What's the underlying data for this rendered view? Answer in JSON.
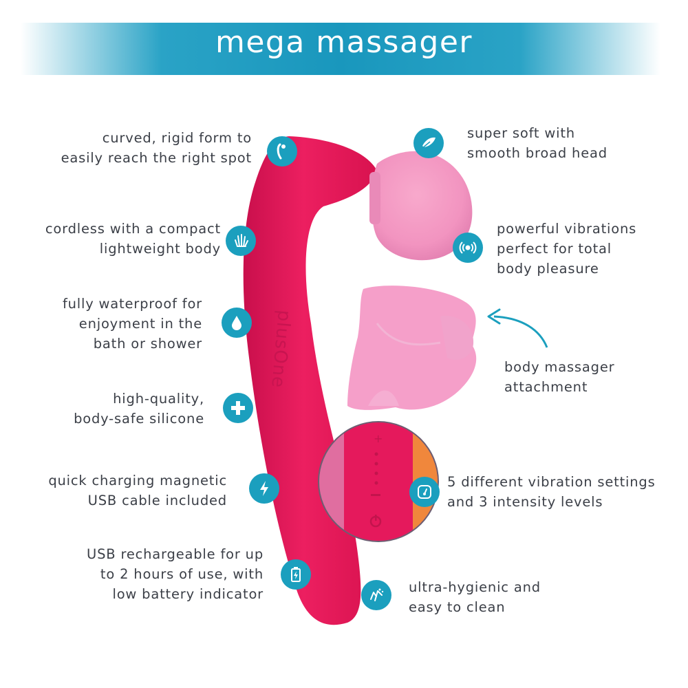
{
  "title": "mega massager",
  "colors": {
    "banner": "#1997bd",
    "icon_bg": "#1b9fbe",
    "body_pink": "#e8195c",
    "attachment_pink": "#f39ac4",
    "text": "#3b3f47"
  },
  "brand_mark": "plusOne",
  "features_left": [
    {
      "icon": "curve-icon",
      "text": "curved, rigid form to\neasily reach the right spot"
    },
    {
      "icon": "hand-icon",
      "text": "cordless with a compact\nlightweight body"
    },
    {
      "icon": "water-drop-icon",
      "text": "fully waterproof for\nenjoyment in the\nbath or shower"
    },
    {
      "icon": "plus-icon",
      "text": "high-quality,\nbody-safe silicone"
    },
    {
      "icon": "lightning-icon",
      "text": "quick charging magnetic\nUSB cable included"
    },
    {
      "icon": "battery-icon",
      "text": "USB rechargeable for up\nto 2 hours of use, with\nlow battery indicator"
    }
  ],
  "features_right": [
    {
      "icon": "feather-icon",
      "text": "super soft with\nsmooth broad head"
    },
    {
      "icon": "vibration-icon",
      "text": "powerful vibrations\nperfect for total\nbody pleasure"
    },
    {
      "icon": "arrow-icon",
      "text": "body massager\nattachment"
    },
    {
      "icon": "gauge-icon",
      "text": "5 different vibration settings\nand 3 intensity levels"
    },
    {
      "icon": "washing-hands-icon",
      "text": "ultra-hygienic and\neasy to clean"
    }
  ]
}
